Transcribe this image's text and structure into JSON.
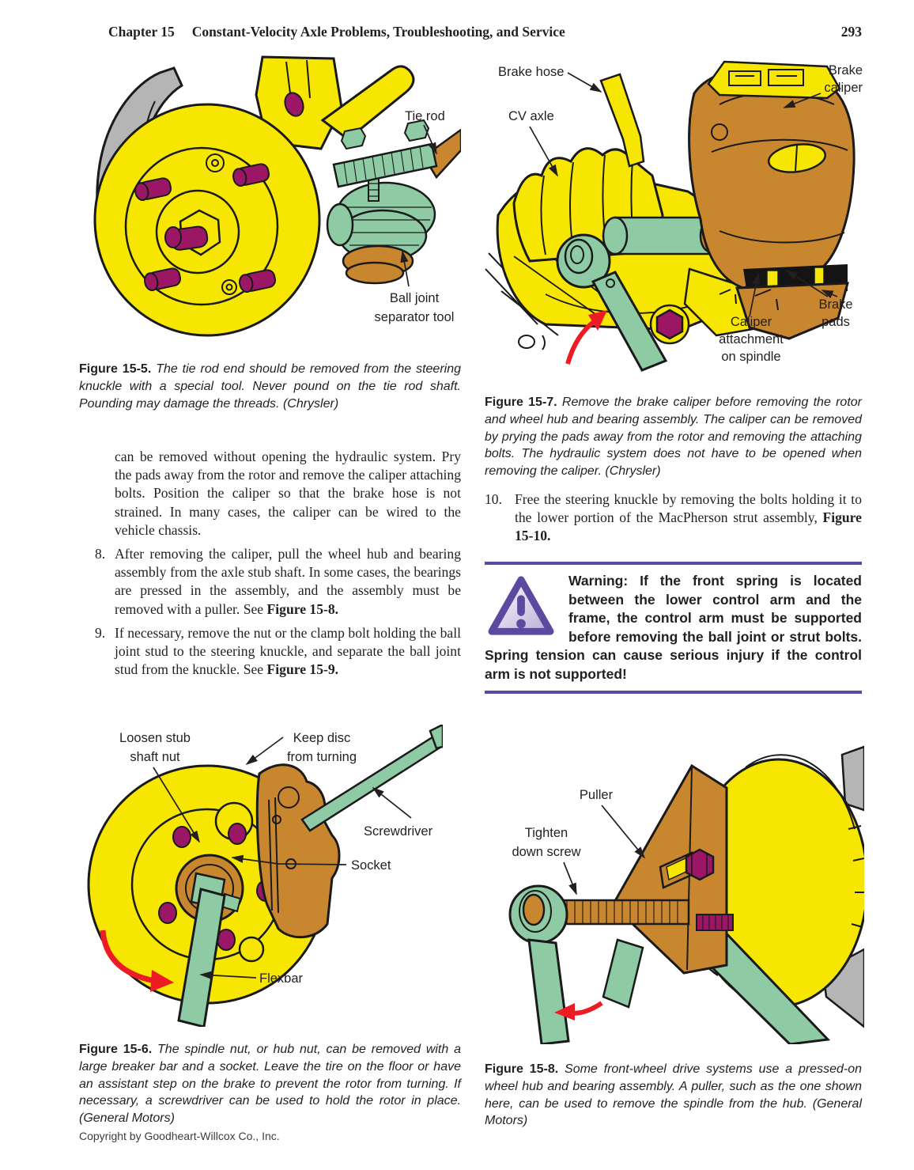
{
  "header": {
    "chapter": "Chapter 15",
    "title": "Constant-Velocity Axle Problems, Troubleshooting, and Service",
    "page_number": "293"
  },
  "figures": {
    "fig15_5": {
      "labels": {
        "tie_rod": "Tie rod",
        "ball_joint_line1": "Ball joint",
        "ball_joint_line2": "separator tool"
      },
      "caption_label": "Figure 15-5.",
      "caption_text": "The tie rod end should be removed from the steering knuckle with a special tool. Never pound on the tie rod shaft. Pounding may damage the threads. (Chrysler)"
    },
    "fig15_7": {
      "labels": {
        "brake_hose": "Brake hose",
        "cv_axle": "CV axle",
        "brake_caliper_line1": "Brake",
        "brake_caliper_line2": "caliper",
        "caliper_attachment_line1": "Caliper",
        "caliper_attachment_line2": "attachment",
        "caliper_attachment_line3": "on spindle",
        "brake_pads_line1": "Brake",
        "brake_pads_line2": "pads"
      },
      "caption_label": "Figure 15-7.",
      "caption_text": "Remove the brake caliper before removing the rotor and wheel hub and bearing assembly. The caliper can be removed by prying the pads away from the rotor and removing the attaching bolts. The hydraulic system does not have to be opened when removing the caliper. (Chrysler)"
    },
    "fig15_6": {
      "labels": {
        "loosen_line1": "Loosen stub",
        "loosen_line2": "shaft nut",
        "keep_line1": "Keep disc",
        "keep_line2": "from turning",
        "screwdriver": "Screwdriver",
        "socket": "Socket",
        "flexbar": "Flexbar"
      },
      "caption_label": "Figure 15-6.",
      "caption_text": "The spindle nut, or hub nut, can be removed with a large breaker bar and a socket. Leave the tire on the floor or have an assistant step on the brake to prevent the rotor from turning. If necessary, a screwdriver can be used to hold the rotor in place. (General Motors)"
    },
    "fig15_8": {
      "labels": {
        "puller": "Puller",
        "tighten_line1": "Tighten",
        "tighten_line2": "down screw"
      },
      "caption_label": "Figure 15-8.",
      "caption_text": "Some front-wheel drive systems use a pressed-on wheel hub and bearing assembly. A puller, such as the one shown here, can be used to remove the spindle from the hub. (General Motors)"
    }
  },
  "body": {
    "intro_paragraph": "can be removed without opening the hydraulic system. Pry the pads away from the rotor and remove the caliper attaching bolts. Position the caliper so that the brake hose is not strained. In many cases, the caliper can be wired to the vehicle chassis.",
    "steps": [
      {
        "number": "8.",
        "text": "After removing the caliper, pull the wheel hub and bearing assembly from the axle stub shaft. In some cases, the bearings are pressed in the assembly, and the assembly must be removed with a puller. See ",
        "ref": "Figure 15-8."
      },
      {
        "number": "9.",
        "text": "If necessary, remove the nut or the clamp bolt holding the ball joint stud to the steering knuckle, and separate the ball joint stud from the knuckle. See ",
        "ref": "Figure 15-9."
      },
      {
        "number": "10.",
        "text": "Free the steering knuckle by removing the bolts holding it to the lower portion of the MacPherson strut assembly, ",
        "ref": "Figure 15-10."
      }
    ]
  },
  "warning": {
    "text": "Warning: If the front spring is located between the lower control arm and the frame, the control arm must be supported before removing the ball joint or strut bolts. Spring tension can cause serious injury if the control arm is not supported!"
  },
  "footer": {
    "copyright": "Copyright by Goodheart-Willcox Co., Inc."
  },
  "colors": {
    "accent_purple": "#5b4aa0",
    "figure_yellow": "#f7e700",
    "figure_orange": "#c8862f",
    "figure_green": "#8ecba4",
    "figure_magenta": "#9b1766",
    "figure_gray": "#b5b5b5",
    "arrow_red": "#ed1c24"
  }
}
